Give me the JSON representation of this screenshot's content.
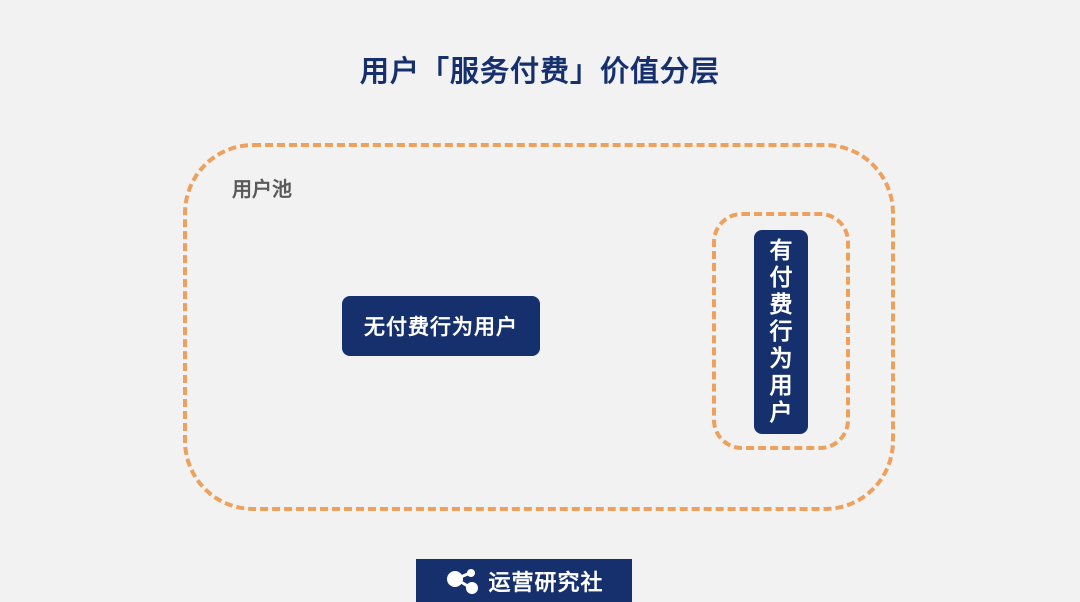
{
  "title": "用户「服务付费」价值分层",
  "pool": {
    "label": "用户池"
  },
  "unpaid_users": {
    "label": "无付费行为用户"
  },
  "paid_users": {
    "label": "有付费行为用户"
  },
  "brand": {
    "name": "运营研究社",
    "logo_icon": "connected-dots-logo"
  },
  "colors": {
    "background": "#f2f2f2",
    "navy": "#16306e",
    "dashed_border": "#eda15c",
    "label_gray": "#595959"
  }
}
